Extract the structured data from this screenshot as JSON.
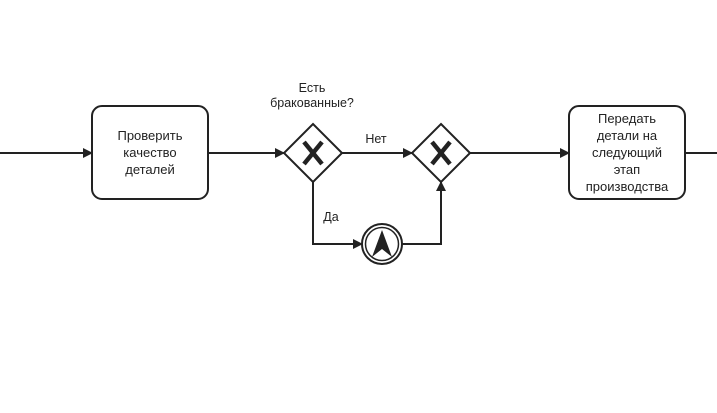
{
  "diagram": {
    "type": "bpmn-process",
    "colors": {
      "stroke": "#222222",
      "fill": "#ffffff",
      "text": "#222222"
    },
    "tasks": [
      {
        "id": "check",
        "label_lines": [
          "Проверить",
          "качество",
          "деталей"
        ]
      },
      {
        "id": "pass",
        "label_lines": [
          "Передать",
          "детали на",
          "следующий",
          "этап",
          "производства"
        ]
      }
    ],
    "gateways": [
      {
        "id": "split",
        "kind": "exclusive",
        "marker": "X",
        "label_lines": [
          "Есть",
          "бракованные?"
        ]
      },
      {
        "id": "merge",
        "kind": "exclusive",
        "marker": "X"
      }
    ],
    "events": [
      {
        "id": "escalation",
        "kind": "intermediate-throw-escalation",
        "icon": "escalation-arrow-icon"
      }
    ],
    "flows": [
      {
        "from": "start",
        "to": "check",
        "label": ""
      },
      {
        "from": "check",
        "to": "split",
        "label": ""
      },
      {
        "from": "split",
        "to": "merge",
        "label": "Нет"
      },
      {
        "from": "split",
        "to": "escalation",
        "label": "Да"
      },
      {
        "from": "escalation",
        "to": "merge",
        "label": ""
      },
      {
        "from": "merge",
        "to": "pass",
        "label": ""
      },
      {
        "from": "pass",
        "to": "end",
        "label": ""
      }
    ]
  }
}
